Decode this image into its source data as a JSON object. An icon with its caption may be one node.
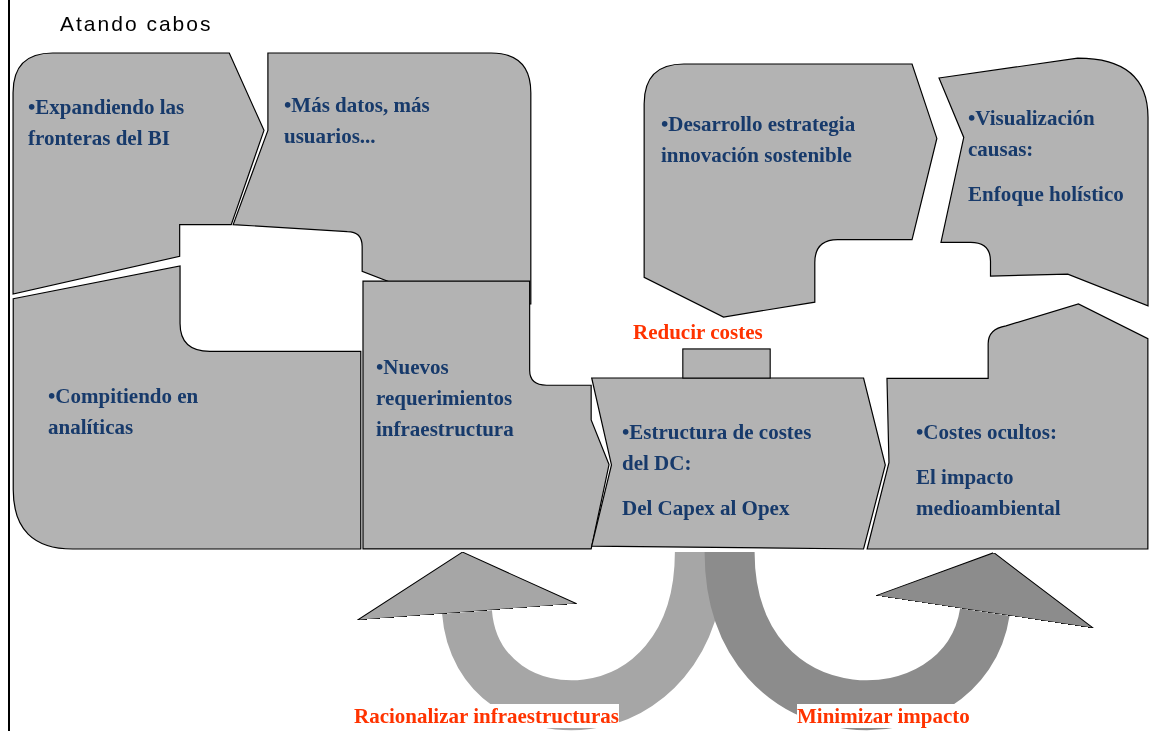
{
  "diagram": {
    "title": "Atando cabos",
    "nodes": [
      {
        "text": [
          "•Expandiendo las fronteras del BI"
        ]
      },
      {
        "text": [
          "•Más datos, más usuarios..."
        ]
      },
      {
        "text": [
          "•Compitiendo en analíticas"
        ]
      },
      {
        "text": [
          "•Nuevos requerimientos infraestructura"
        ]
      },
      {
        "text": [
          "•Desarrollo estrategia innovación sostenible"
        ]
      },
      {
        "text": [
          "•Visualización causas:",
          "Enfoque holístico"
        ]
      },
      {
        "text": [
          "•Estructura de costes del DC:",
          "Del Capex al Opex"
        ]
      },
      {
        "text": [
          "•Costes ocultos:",
          "El impacto medioambiental"
        ]
      },
      {
        "text": [],
        "shape": "box"
      }
    ],
    "edges": [
      {
        "from": 6,
        "to": 3,
        "arrow": "to",
        "label": "Racionalizar infraestructuras"
      },
      {
        "from": 6,
        "to": 7,
        "arrow": "to",
        "label": "Minimizar impacto",
        "color": "#8c8c8c"
      }
    ],
    "labels": [
      "Reducir costes"
    ]
  }
}
